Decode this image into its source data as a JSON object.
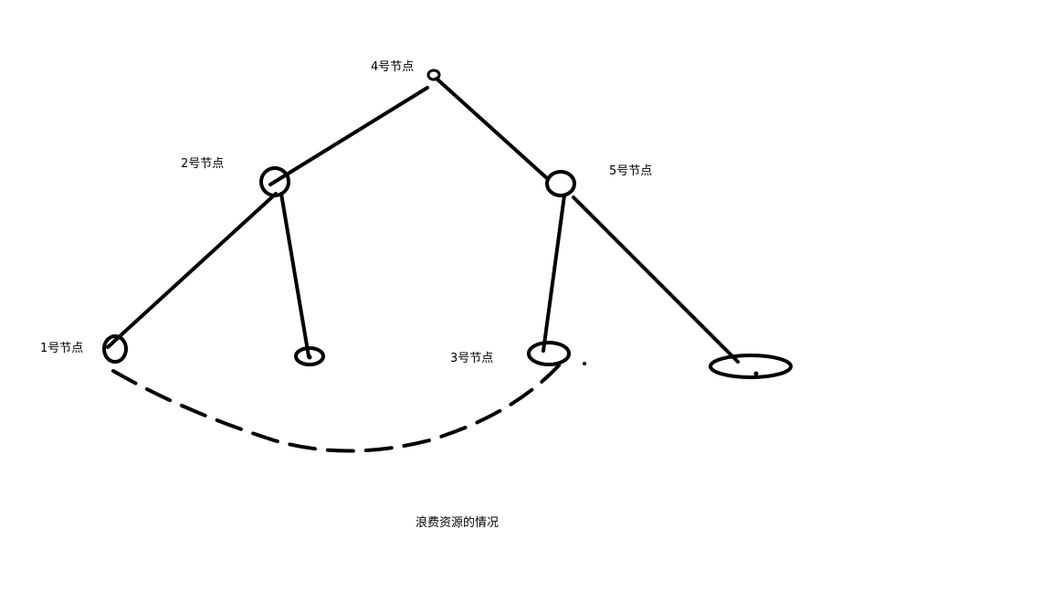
{
  "nodes": {
    "n4": "4号节点",
    "n2": "2号节点",
    "n5": "5号节点",
    "n1": "1号节点",
    "n3": "3号节点"
  },
  "caption": "浪费资源的情况",
  "stroke_color": "#000000"
}
